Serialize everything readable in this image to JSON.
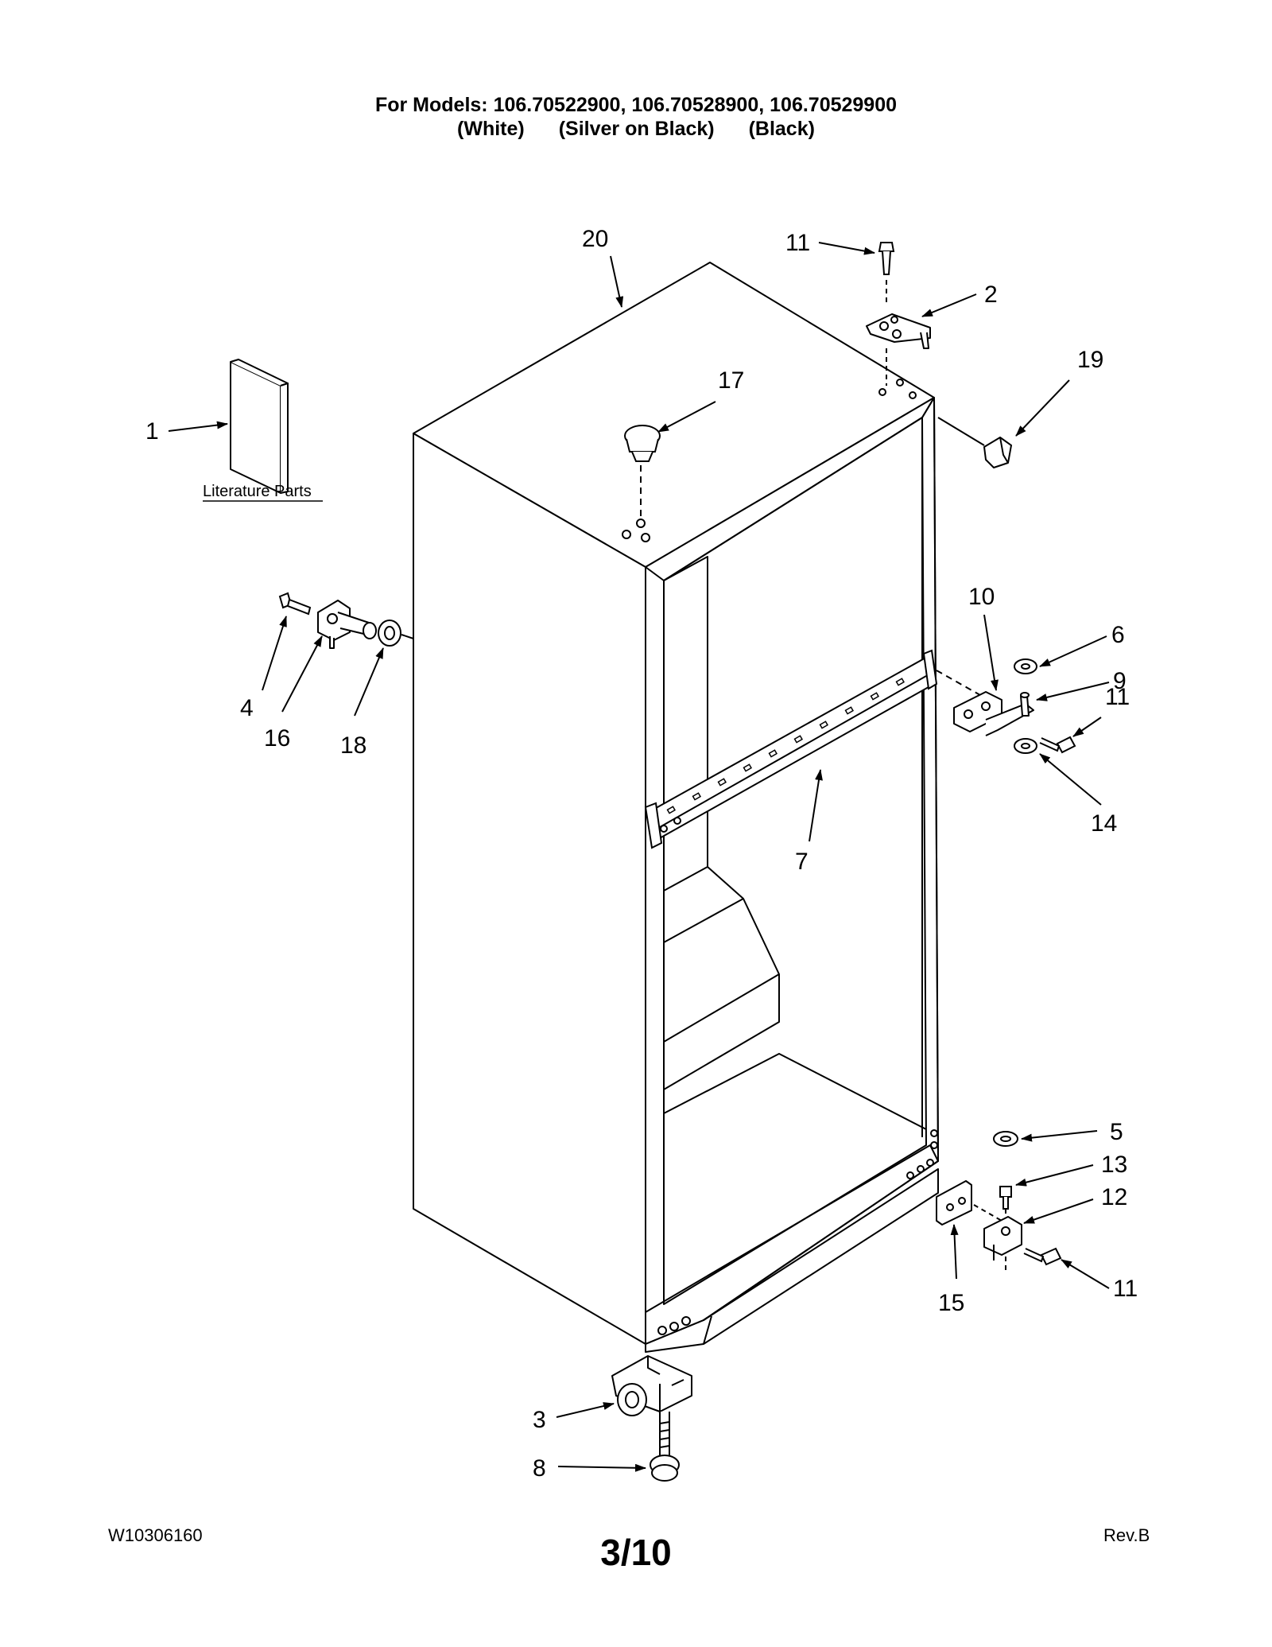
{
  "header": {
    "models_line": "For Models: 106.70522900, 106.70528900, 106.70529900",
    "colors": [
      "(White)",
      "(Silver on Black)",
      "(Black)"
    ]
  },
  "labels": {
    "literature_parts": "Literature Parts"
  },
  "callouts": {
    "c1": "1",
    "c2": "2",
    "c3": "3",
    "c4": "4",
    "c5": "5",
    "c6": "6",
    "c7": "7",
    "c8": "8",
    "c9": "9",
    "c10": "10",
    "c11a": "11",
    "c11b": "11",
    "c11c": "11",
    "c12": "12",
    "c13": "13",
    "c14": "14",
    "c15": "15",
    "c16": "16",
    "c17": "17",
    "c18": "18",
    "c19": "19",
    "c20": "20"
  },
  "footer": {
    "doc_number": "W10306160",
    "page": "3/10",
    "revision": "Rev.B"
  }
}
